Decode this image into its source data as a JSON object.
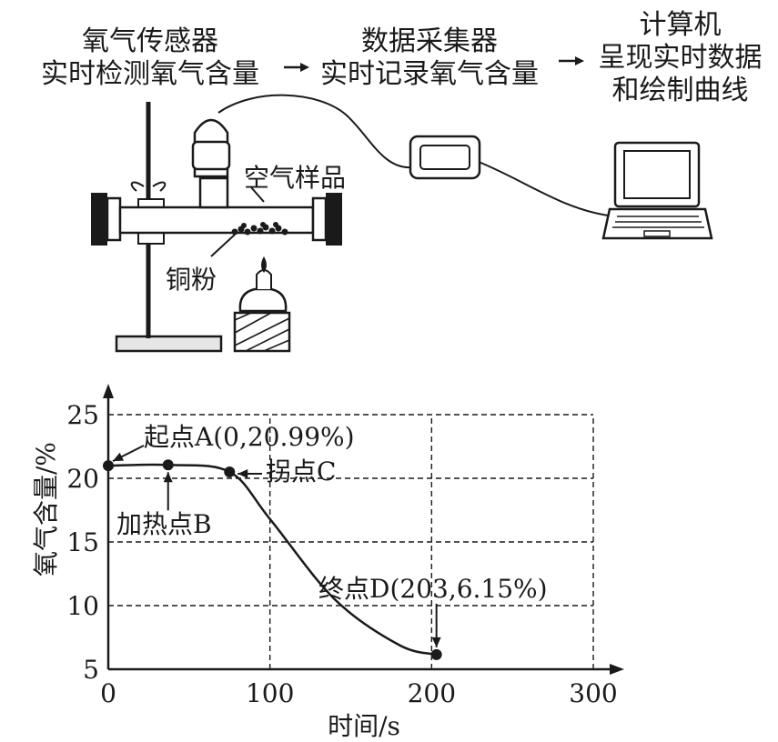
{
  "apparatus": {
    "sensor_line1": "氧气传感器",
    "sensor_line2": "实时检测氧气含量",
    "collector_line1": "数据采集器",
    "collector_line2": "实时记录氧气含量",
    "computer_line1": "计算机",
    "computer_line2": "呈现实时数据",
    "computer_line3": "和绘制曲线",
    "air_sample": "空气样品",
    "copper_powder": "铜粉"
  },
  "chart_data": {
    "type": "line",
    "xlabel": "时间/s",
    "ylabel": "氧气含量/%",
    "xlim": [
      0,
      300
    ],
    "ylim": [
      5,
      25
    ],
    "x_ticks": [
      "0",
      "100",
      "200",
      "300"
    ],
    "y_ticks": [
      "5",
      "10",
      "15",
      "20",
      "25"
    ],
    "grid": true,
    "series": [
      {
        "x": [
          0,
          37,
          75,
          100,
          140,
          180,
          203
        ],
        "y": [
          20.99,
          21.05,
          20.5,
          16.8,
          10.5,
          6.9,
          6.15
        ]
      }
    ],
    "points": [
      {
        "x": 0,
        "y": 20.99,
        "label": "起点A(0,20.99%)"
      },
      {
        "x": 37,
        "y": 21.05,
        "label": "加热点B"
      },
      {
        "x": 75,
        "y": 20.5,
        "label": "拐点C"
      },
      {
        "x": 203,
        "y": 6.15,
        "label": "终点D(203,6.15%)"
      }
    ]
  }
}
